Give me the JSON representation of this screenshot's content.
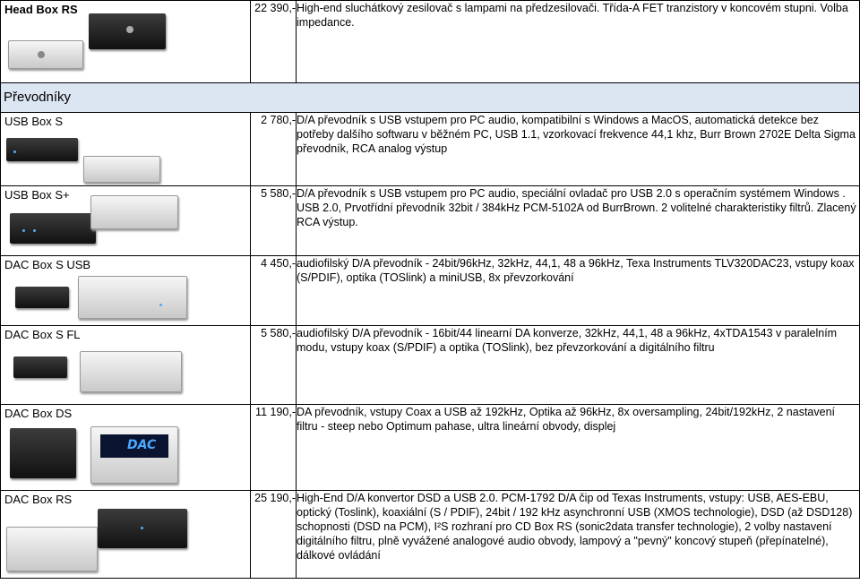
{
  "rows": [
    {
      "name": "Head Box RS",
      "price": "22 390,-",
      "desc": "High-end sluchátkový zesilovač s lampami na předzesilovači. Třída-A FET tranzistory v koncovém stupni. Volba impedance."
    },
    {
      "section": "Převodníky"
    },
    {
      "name": "USB Box S",
      "price": "2 780,-",
      "desc": "D/A převodník s USB vstupem pro PC audio, kompatibilní s Windows a MacOS, automatická detekce bez potřeby dalšího softwaru v běžném PC, USB 1.1, vzorkovací frekvence 44,1 khz, Burr Brown 2702E Delta Sigma převodník, RCA analog výstup"
    },
    {
      "name": "USB Box S+",
      "price": "5 580,-",
      "desc": "D/A převodník s USB vstupem pro PC audio, speciální ovladač pro USB 2.0 s operačním systémem Windows . USB 2.0, Prvotřídní převodník  32bit / 384kHz PCM-5102A od BurrBrown. 2 volitelné charakteristiky filtrů. Zlacený RCA výstup."
    },
    {
      "name": "DAC Box S USB",
      "price": "4 450,-",
      "desc": "audiofilský D/A převodník - 24bit/96kHz, 32kHz, 44,1, 48 a 96kHz, Texa Instruments TLV320DAC23, vstupy koax (S/PDIF), optika (TOSlink) a miniUSB, 8x převzorkování"
    },
    {
      "name": "DAC Box S FL",
      "price": "5 580,-",
      "desc": "audiofilský D/A převodník - 16bit/44 linearní DA konverze, 32kHz, 44,1, 48 a 96kHz, 4xTDA1543 v paralelním modu, vstupy koax (S/PDIF) a optika (TOSlink), bez převzorkování a digitálního filtru"
    },
    {
      "name": "DAC Box DS",
      "price": "11 190,-",
      "desc": "DA převodník, vstupy Coax a USB až 192kHz, Optika až 96kHz, 8x oversampling, 24bit/192kHz, 2 nastavení filtru - steep nebo Optimum pahase, ultra lineární obvody, displej"
    },
    {
      "name": "DAC Box RS",
      "price": "25 190,-",
      "desc": "High-End D/A konvertor DSD a USB 2.0.  PCM-1792 D/A čip od Texas Instruments, vstupy: USB, AES-EBU, optický (Toslink), koaxiální (S / PDIF), 24bit / 192 kHz asynchronní USB (XMOS technologie), DSD (až DSD128) schopnosti (DSD na PCM), I²S rozhraní pro CD Box RS (sonic2data transfer technologie), 2 volby nastavení digitálního filtru, plně vyvážené analogové audio obvody, lampový a \"pevný\" koncový stupeň (přepínatelné), dálkové ovládání"
    }
  ],
  "dac_display_text": "DAC",
  "colors": {
    "section_bg": "#dce6f2",
    "border": "#000000",
    "lcd_text": "#4aa8ff"
  }
}
